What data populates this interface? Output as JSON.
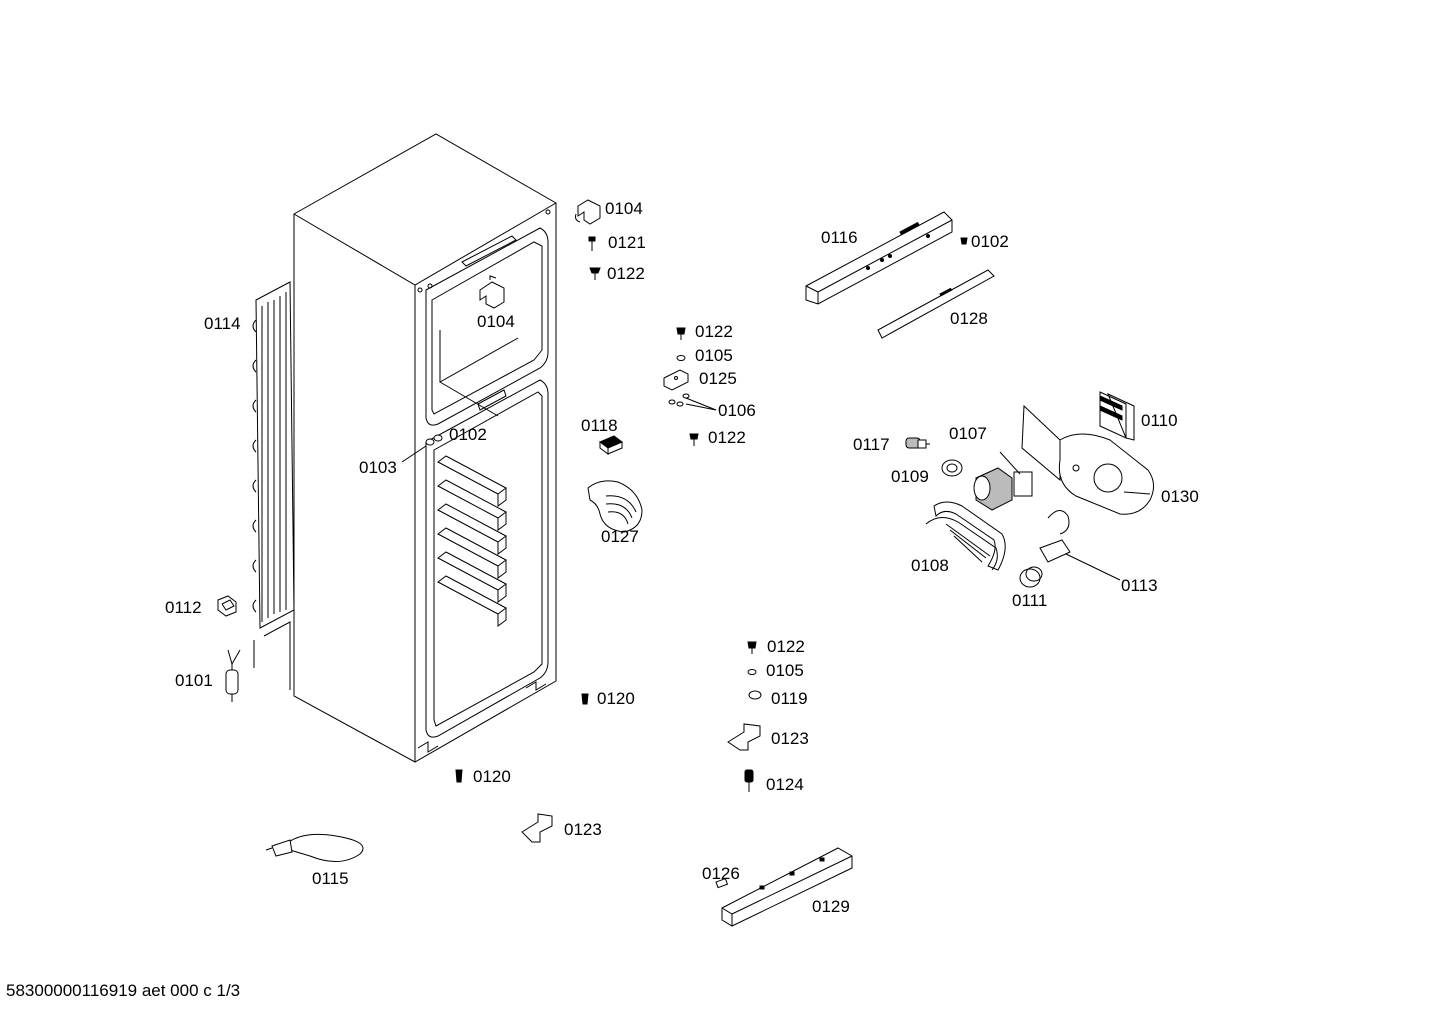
{
  "labels": {
    "l0114": "0114",
    "l0112": "0112",
    "l0101": "0101",
    "l0103": "0103",
    "l0102a": "0102",
    "l0104a": "0104",
    "l0104b": "0104",
    "l0121": "0121",
    "l0122a": "0122",
    "l0122b": "0122",
    "l0105a": "0105",
    "l0125": "0125",
    "l0106": "0106",
    "l0122c": "0122",
    "l0118": "0118",
    "l0127": "0127",
    "l0116": "0116",
    "l0102b": "0102",
    "l0128": "0128",
    "l0110": "0110",
    "l0107": "0107",
    "l0117": "0117",
    "l0109": "0109",
    "l0130": "0130",
    "l0108": "0108",
    "l0113": "0113",
    "l0111": "0111",
    "l0122d": "0122",
    "l0105b": "0105",
    "l0119": "0119",
    "l0120a": "0120",
    "l0123a": "0123",
    "l0124": "0124",
    "l0120b": "0120",
    "l0123b": "0123",
    "l0115": "0115",
    "l0126": "0126",
    "l0129": "0129"
  },
  "footer": "58300000116919 aet 000 c 1/3"
}
